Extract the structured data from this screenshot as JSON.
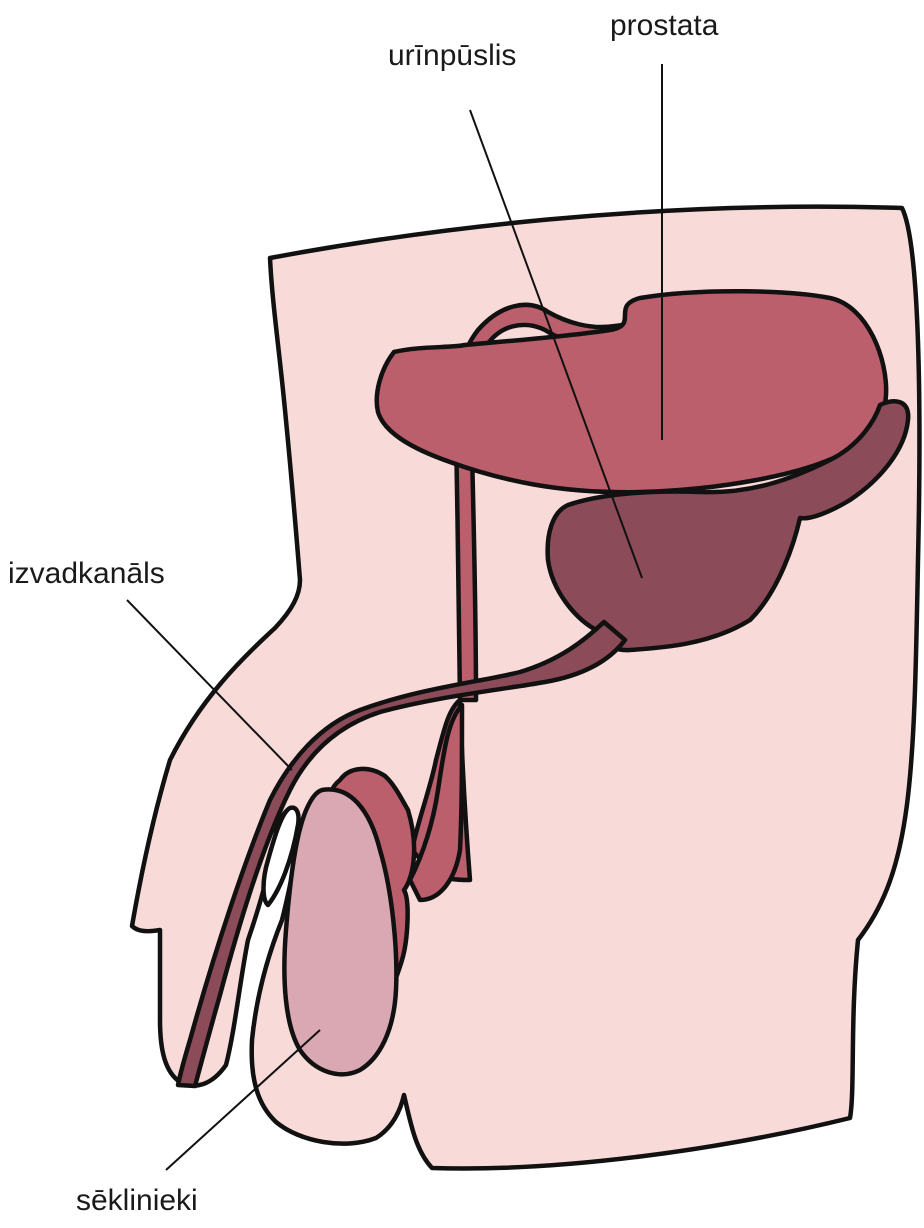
{
  "labels": {
    "prostate": "prostata",
    "bladder": "urīnpūslis",
    "vas_deferens": "izvadkanāls",
    "testicles": "sēklinieki"
  },
  "colors": {
    "background": "#ffffff",
    "skin": "#f8dad8",
    "bladder_organ": "#ba5f6b",
    "prostate_organ": "#8b4b58",
    "duct": "#8b4b58",
    "testis": "#d9a8b3",
    "epididymis": "#ba5f6b",
    "outline": "#111111",
    "text": "#1a1a1a"
  }
}
